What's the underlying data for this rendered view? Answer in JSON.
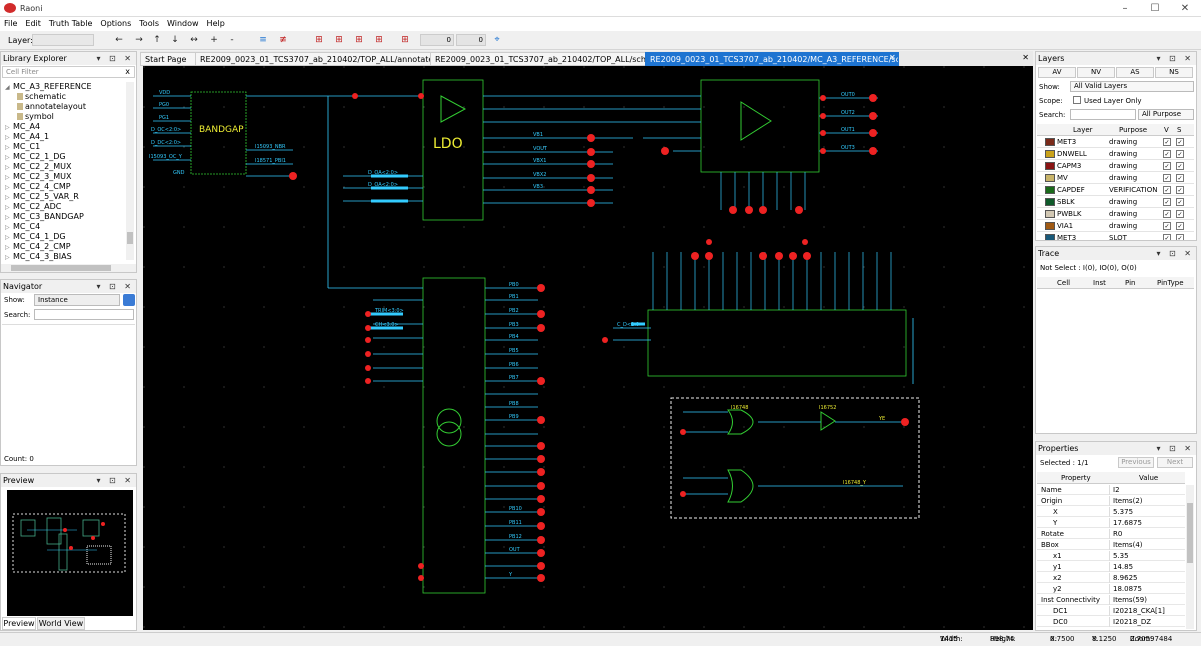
{
  "app": {
    "title": "Raoni"
  },
  "menu": [
    "File",
    "Edit",
    "Truth Table",
    "Options",
    "Tools",
    "Window",
    "Help"
  ],
  "toolbar": {
    "layer_label": "Layer:",
    "num1": "0",
    "num2": "0"
  },
  "tabs": [
    {
      "label": "Start Page"
    },
    {
      "label": "RE2009_0023_01_TCS3707_ab_210402/TOP_ALL/annotatelayout"
    },
    {
      "label": "RE2009_0023_01_TCS3707_ab_210402/TOP_ALL/schematic"
    },
    {
      "label": "RE2009_0023_01_TCS3707_ab_210402/MC_A3_REFERENCE/schematic",
      "active": true
    }
  ],
  "library": {
    "title": "Library Explorer",
    "filter_placeholder": "Cell Filter",
    "items": [
      {
        "label": "MC_A3_REFERENCE",
        "level": 0,
        "open": true
      },
      {
        "label": "schematic",
        "level": 1,
        "icon": "view"
      },
      {
        "label": "annotatelayout",
        "level": 1,
        "icon": "view"
      },
      {
        "label": "symbol",
        "level": 1,
        "icon": "view"
      },
      {
        "label": "MC_A4",
        "level": 0
      },
      {
        "label": "MC_A4_1",
        "level": 0
      },
      {
        "label": "MC_C1",
        "level": 0
      },
      {
        "label": "MC_C2_1_DG",
        "level": 0
      },
      {
        "label": "MC_C2_2_MUX",
        "level": 0
      },
      {
        "label": "MC_C2_3_MUX",
        "level": 0
      },
      {
        "label": "MC_C2_4_CMP",
        "level": 0
      },
      {
        "label": "MC_C2_5_VAR_R",
        "level": 0
      },
      {
        "label": "MC_C2_ADC",
        "level": 0
      },
      {
        "label": "MC_C3_BANDGAP",
        "level": 0
      },
      {
        "label": "MC_C4",
        "level": 0
      },
      {
        "label": "MC_C4_1_DG",
        "level": 0
      },
      {
        "label": "MC_C4_2_CMP",
        "level": 0
      },
      {
        "label": "MC_C4_3_BIAS",
        "level": 0
      }
    ]
  },
  "navigator": {
    "title": "Navigator",
    "show_label": "Show:",
    "show_value": "Instance",
    "search_label": "Search:",
    "count_label": "Count:",
    "count": "0"
  },
  "preview": {
    "title": "Preview",
    "tabs": [
      "Preview",
      "World View"
    ]
  },
  "layers": {
    "title": "Layers",
    "buttons": [
      "AV",
      "NV",
      "AS",
      "NS"
    ],
    "show_label": "Show:",
    "show_value": "All Valid Layers",
    "scope_label": "Scope:",
    "used_only": "Used Layer Only",
    "search_label": "Search:",
    "purpose_value": "All Purpose",
    "cols": [
      "Layer",
      "Purpose",
      "V",
      "S"
    ],
    "rows": [
      {
        "layer": "MET3",
        "purpose": "drawing",
        "color": "#7a2a1a"
      },
      {
        "layer": "DNWELL",
        "purpose": "drawing",
        "color": "#caa21a"
      },
      {
        "layer": "CAPM3",
        "purpose": "drawing",
        "color": "#8a1414"
      },
      {
        "layer": "MV",
        "purpose": "drawing",
        "color": "#c8b46a"
      },
      {
        "layer": "CAPDEF",
        "purpose": "VERIFICATION",
        "color": "#1a6a1a"
      },
      {
        "layer": "SBLK",
        "purpose": "drawing",
        "color": "#0f5a2a"
      },
      {
        "layer": "PWBLK",
        "purpose": "drawing",
        "color": "#d2c8b4"
      },
      {
        "layer": "VIA1",
        "purpose": "drawing",
        "color": "#a05a14"
      },
      {
        "layer": "MET3",
        "purpose": "SLOT",
        "color": "#1a5a7a"
      }
    ]
  },
  "trace": {
    "title": "Trace",
    "summary": "Not Select : I(0), IO(0), O(0)",
    "cols": [
      "Cell",
      "Inst",
      "Pin",
      "PinType"
    ]
  },
  "properties": {
    "title": "Properties",
    "selected": "Selected : 1/1",
    "prev": "Previous",
    "next": "Next",
    "cols": [
      "Property",
      "Value"
    ],
    "rows": [
      {
        "k": "Name",
        "v": "I2",
        "ind": 0
      },
      {
        "k": "Origin",
        "v": "Items(2)",
        "ind": 0
      },
      {
        "k": "X",
        "v": "5.375",
        "ind": 1
      },
      {
        "k": "Y",
        "v": "17.6875",
        "ind": 1
      },
      {
        "k": "Rotate",
        "v": "R0",
        "ind": 0
      },
      {
        "k": "BBox",
        "v": "Items(4)",
        "ind": 0
      },
      {
        "k": "x1",
        "v": "5.35",
        "ind": 1
      },
      {
        "k": "y1",
        "v": "14.85",
        "ind": 1
      },
      {
        "k": "x2",
        "v": "8.9625",
        "ind": 1
      },
      {
        "k": "y2",
        "v": "18.0875",
        "ind": 1
      },
      {
        "k": "Inst Connectivity",
        "v": "Items(59)",
        "ind": 0
      },
      {
        "k": "DC1",
        "v": "I20218_CKA[1]",
        "ind": 1
      },
      {
        "k": "DC0",
        "v": "I20218_DZ",
        "ind": 1
      }
    ]
  },
  "schematic": {
    "bandgap": "BANDGAP",
    "ldo": "LDO",
    "bg_pins": [
      "VDD",
      "PG0",
      "PG1",
      "D_OC<2:0>",
      "D_DC<2:0>",
      "I15093_OC_Y",
      "GND"
    ],
    "bg_outs": [
      "I15093_NBR",
      "I18571_PBI1"
    ],
    "ldo_pins": [
      "VB1",
      "VOUT",
      "VBX1",
      "VBX2",
      "VB3"
    ],
    "mux_out": [
      "OUT0",
      "OUT2",
      "OUT1",
      "OUT3"
    ],
    "ctrl_pins": [
      "PB0",
      "PB1",
      "PB2",
      "PB3",
      "PB4",
      "PB5",
      "PB6",
      "PB7",
      "PB8",
      "PB9",
      "PB10",
      "PB11",
      "PB12",
      "OUT",
      "Y"
    ],
    "gate_labels": [
      "I16748",
      "I16752",
      "YE",
      "I16748_Y"
    ],
    "bus_labels": [
      "D_OA<2:0>",
      "D_OA<2:0>",
      "TRIM<3:0>",
      "CH<3:0>",
      "C_D<2:0>"
    ]
  },
  "status": {
    "width_label": "Width:",
    "width": "1415",
    "height_label": "Height:",
    "height": "898.74",
    "x_label": "X:",
    "x": "0.7500",
    "y_label": "Y:",
    "y": "8.1250",
    "zoom_label": "Zoom:",
    "zoom": "0.70597484"
  }
}
